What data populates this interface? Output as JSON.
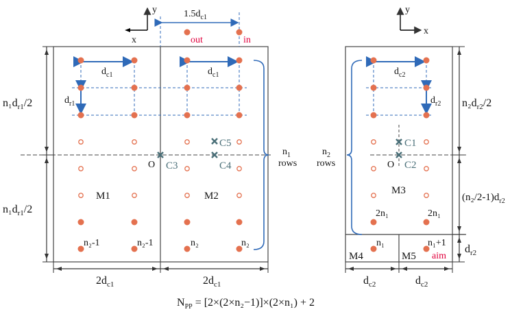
{
  "colors": {
    "dot": "#e4714f",
    "blue": "#2f6ab8",
    "teal": "#4a6f78",
    "red": "#e0003c",
    "line": "#333333"
  },
  "axes": {
    "left": {
      "x": "x",
      "y": "y"
    },
    "right": {
      "x": "x",
      "y": "y"
    }
  },
  "labels": {
    "top_span": "1.5d",
    "top_span_sub": "c1",
    "out": "out",
    "in": "in",
    "dc1_top_left": "d",
    "dc1_top_left_sub": "c1",
    "dc1_top_right": "d",
    "dc1_top_right_sub": "c1",
    "dr1": "d",
    "dr1_sub": "r1",
    "dc2": "d",
    "dc2_sub": "c2",
    "dr2": "d",
    "dr2_sub": "r2",
    "left_upper_height": "n₁d",
    "left_upper_height_sub": "r1",
    "left_upper_height_tail": "/2",
    "left_lower_height": "n₁d",
    "left_lower_height_sub": "r1",
    "left_lower_height_tail": "/2",
    "n1_rows_a": "n",
    "n1_rows_a_sub": "1",
    "n1_rows_b": "rows",
    "n2_rows_a": "n",
    "n2_rows_a_sub": "2",
    "n2_rows_b": "rows",
    "right_upper_height": "n₂d",
    "right_upper_height_sub": "r2",
    "right_upper_height_tail": "/2",
    "right_mid_height": "(n₂/2-1)d",
    "right_mid_height_sub": "r2",
    "right_bottom_height": "d",
    "right_bottom_height_sub": "r2",
    "O_left": "O",
    "O_right": "O",
    "C1": "C1",
    "C2": "C2",
    "C3": "C3",
    "C4": "C4",
    "C5": "C5",
    "M1": "M1",
    "M2": "M2",
    "M3": "M3",
    "M4": "M4",
    "M5": "M5",
    "bl_n2m1": "n₂-1",
    "bm_n2m1": "n₂-1",
    "bl_n2": "n₂",
    "br_n2": "n₂",
    "r_2n1_a": "2n₁",
    "r_2n1_b": "2n₁",
    "r_n1": "n₁",
    "r_n1p1": "n₁+1",
    "aim": "aim",
    "bottom_left_width": "2d",
    "bottom_left_width_sub": "c1",
    "bottom_right_width": "2d",
    "bottom_right_width_sub": "c1",
    "right_bottom_w1": "d",
    "right_bottom_w1_sub": "c2",
    "right_bottom_w2": "d",
    "right_bottom_w2_sub": "c2",
    "formula_N": "N",
    "formula_sub": "PP",
    "formula_rest": " = [2×(2×n₂−1)]×(2×n₁) + 2"
  }
}
